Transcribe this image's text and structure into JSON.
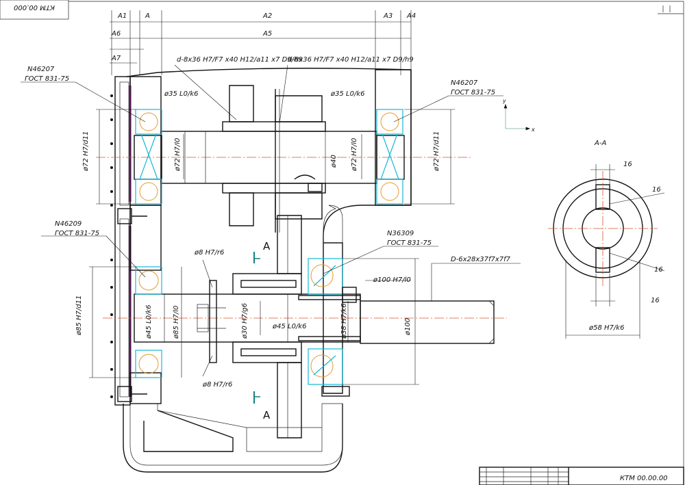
{
  "stamp": {
    "top_left": "КТМ 00.000",
    "bottom_right": "КТМ 00.00.00"
  },
  "dims": {
    "A1": "A1",
    "A2": "A2",
    "A3": "A3",
    "A4": "A4",
    "A5": "A5",
    "A6": "A6",
    "A7": "A7",
    "A_top": "A",
    "spline_left": "d-8x36 H7/F7 x40 H12/a11 x7 D9/h9",
    "spline_right": "d-8x36 H7/F7 x40 H12/a11 x7 D9/h9",
    "d35_left": "ø35 L0/k6",
    "d35_right": "ø35 L0/k6",
    "d72_left_outer": "ø72 H7/d11",
    "d72_left_inner": "ø72 H7/l0",
    "d40": "ø40",
    "d72_mid": "ø72 H7/l0",
    "d72_right": "ø72 H7/d11",
    "d8_top": "ø8 H7/r6",
    "d8_bottom": "ø8 H7/r6",
    "d85_outer": "ø85 H7/d11",
    "d45_left": "ø45 L0/k6",
    "d85_inner": "ø85 H7/l0",
    "d30": "ø30 H7/g6",
    "d45_mid": "ø45 L0/k6",
    "d38": "ø38 H7/k6",
    "d100_label": "ø100 H7/l0",
    "d100_shaft": "ø100",
    "spline_D": "D-6x28x37f7x7f7"
  },
  "bearings": {
    "top_left": {
      "number": "N46207",
      "standard": "ГОСТ 831-75"
    },
    "top_right": {
      "number": "N46207",
      "standard": "ГОСТ 831-75"
    },
    "mid_left": {
      "number": "N46209",
      "standard": "ГОСТ 831-75"
    },
    "mid_right": {
      "number": "N36309",
      "standard": "ГОСТ 831-75"
    }
  },
  "section": {
    "title": "A-A",
    "marker": "A",
    "dim_16_a": "16",
    "dim_16_b": "16",
    "dim_16_c": "16",
    "dim_16_d": "16",
    "diameter": "ø58 H7/k6"
  },
  "axes_labels": {
    "x": "x",
    "y": "y"
  }
}
